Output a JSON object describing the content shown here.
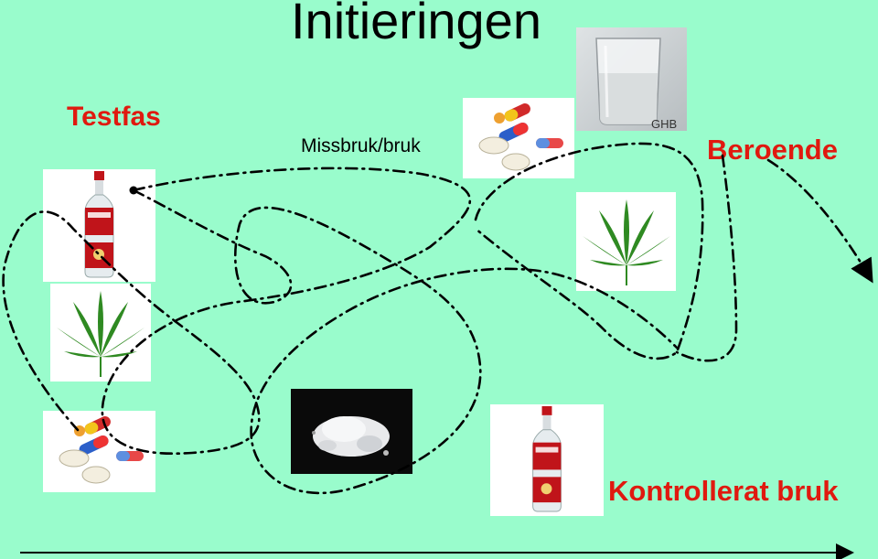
{
  "title": "Initieringen",
  "stages": {
    "testfas": "Testfas",
    "missbruk": "Missbruk/bruk",
    "beroende": "Beroende",
    "kontrollerat": "Kontrollerat bruk"
  },
  "images": {
    "ghb_label": "GHB"
  },
  "colors": {
    "background": "#99fccc",
    "stage_red": "#e0190f",
    "path": "#000000"
  }
}
